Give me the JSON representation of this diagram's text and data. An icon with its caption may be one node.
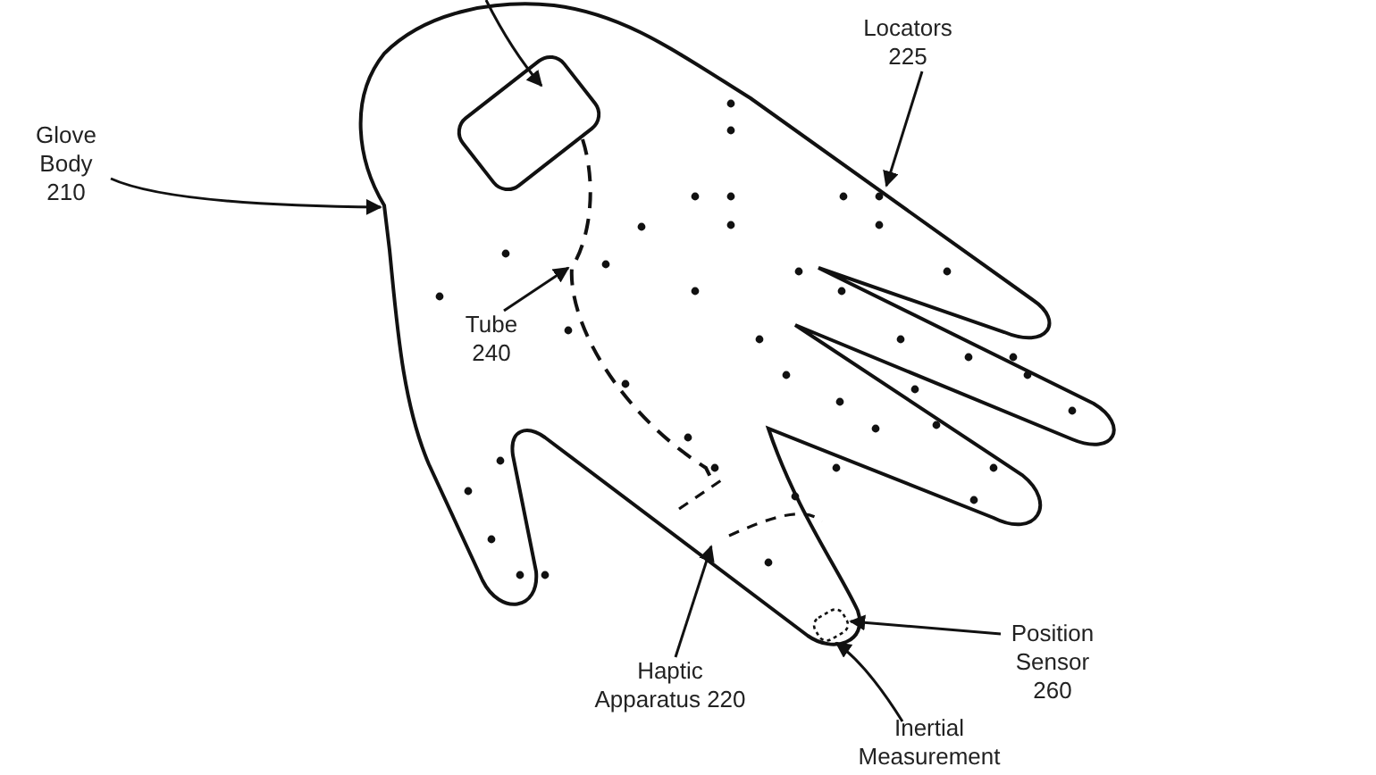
{
  "diagram": {
    "nodes": [
      {
        "text": [],
        "shape": "picture"
      },
      {
        "text": [],
        "shape": "box",
        "in": 0
      },
      {
        "text": [],
        "shape": "box",
        "in": 0
      },
      {
        "text": [
          "Glove Body 210"
        ]
      },
      {
        "text": [
          "Locators 225"
        ]
      },
      {
        "text": [
          "Tube 240"
        ],
        "in": 0
      },
      {
        "text": [
          "Haptic Apparatus 220"
        ]
      },
      {
        "text": [
          "Position Sensor 260"
        ]
      },
      {
        "text": [
          "Inertial Measurement"
        ]
      }
    ],
    "edges": [
      {
        "from": null,
        "to": 1,
        "arrow": "to"
      },
      {
        "from": 3,
        "to": 0,
        "arrow": "to"
      },
      {
        "from": 4,
        "to": 0,
        "arrow": "to"
      },
      {
        "from": 5,
        "to": 0,
        "arrow": "to"
      },
      {
        "from": 6,
        "to": 0,
        "arrow": "to"
      },
      {
        "from": 7,
        "to": 2,
        "arrow": "to"
      },
      {
        "from": 8,
        "to": 2,
        "arrow": "to"
      }
    ]
  }
}
